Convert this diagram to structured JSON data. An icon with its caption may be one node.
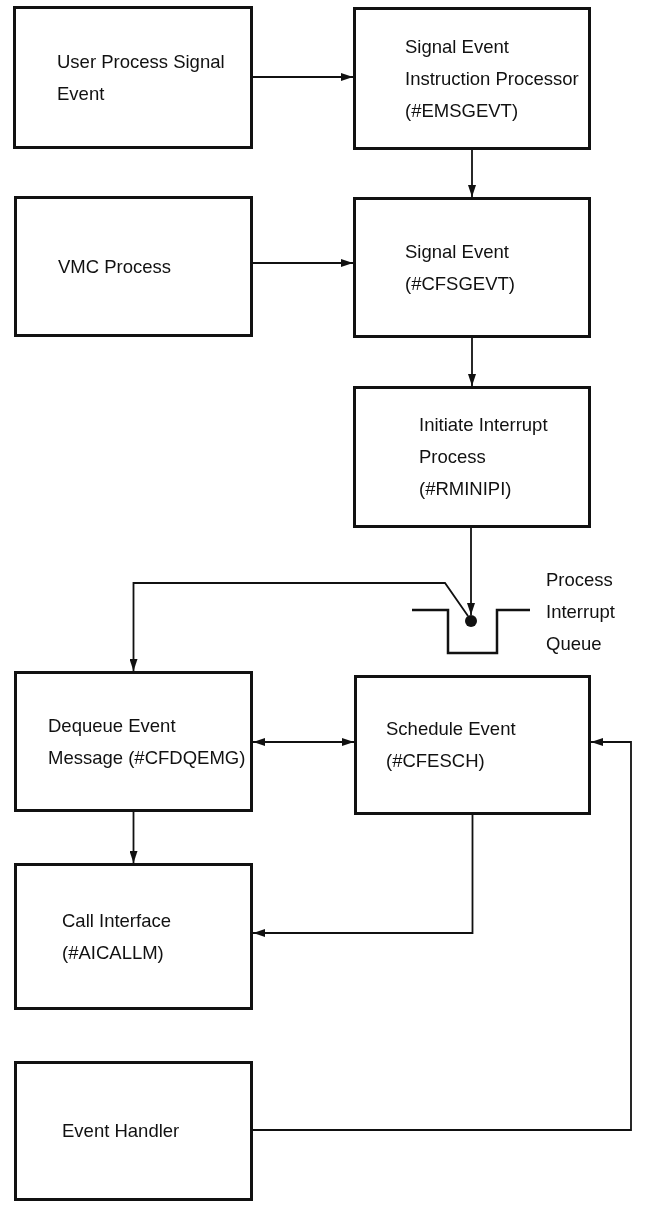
{
  "diagram": {
    "nodes": [
      {
        "text": [
          "User Process Signal Event"
        ]
      },
      {
        "text": [
          "Signal Event Instruction Processor (#EMSGEVT)"
        ]
      },
      {
        "text": [
          "VMC Process"
        ]
      },
      {
        "text": [
          "Signal Event (#CFSGEVT)"
        ]
      },
      {
        "text": [
          "Initiate Interrupt Process (#RMINIPI)"
        ]
      },
      {
        "text": [],
        "shape": "queue",
        "beside": [
          "Process Interrupt Queue"
        ]
      },
      {
        "text": [
          "Dequeue Event Message (#CFDQEMG)"
        ]
      },
      {
        "text": [
          "Schedule Event (#CFESCH)"
        ]
      },
      {
        "text": [
          "Call Interface (#AICALLM)"
        ]
      },
      {
        "text": [
          "Event Handler"
        ]
      }
    ],
    "edges": [
      {
        "from": 0,
        "to": 1,
        "arrow": "to"
      },
      {
        "from": 1,
        "to": 3,
        "arrow": "to"
      },
      {
        "from": 2,
        "to": 3,
        "arrow": "to"
      },
      {
        "from": 3,
        "to": 4,
        "arrow": "to"
      },
      {
        "from": 4,
        "to": 5,
        "arrow": "to"
      },
      {
        "from": 5,
        "to": 6,
        "arrow": "to"
      },
      {
        "from": 6,
        "to": 7,
        "arrow": "both"
      },
      {
        "from": 6,
        "to": 8,
        "arrow": "to"
      },
      {
        "from": 7,
        "to": 8,
        "arrow": "to"
      },
      {
        "from": 9,
        "to": 7,
        "arrow": "to"
      }
    ]
  }
}
